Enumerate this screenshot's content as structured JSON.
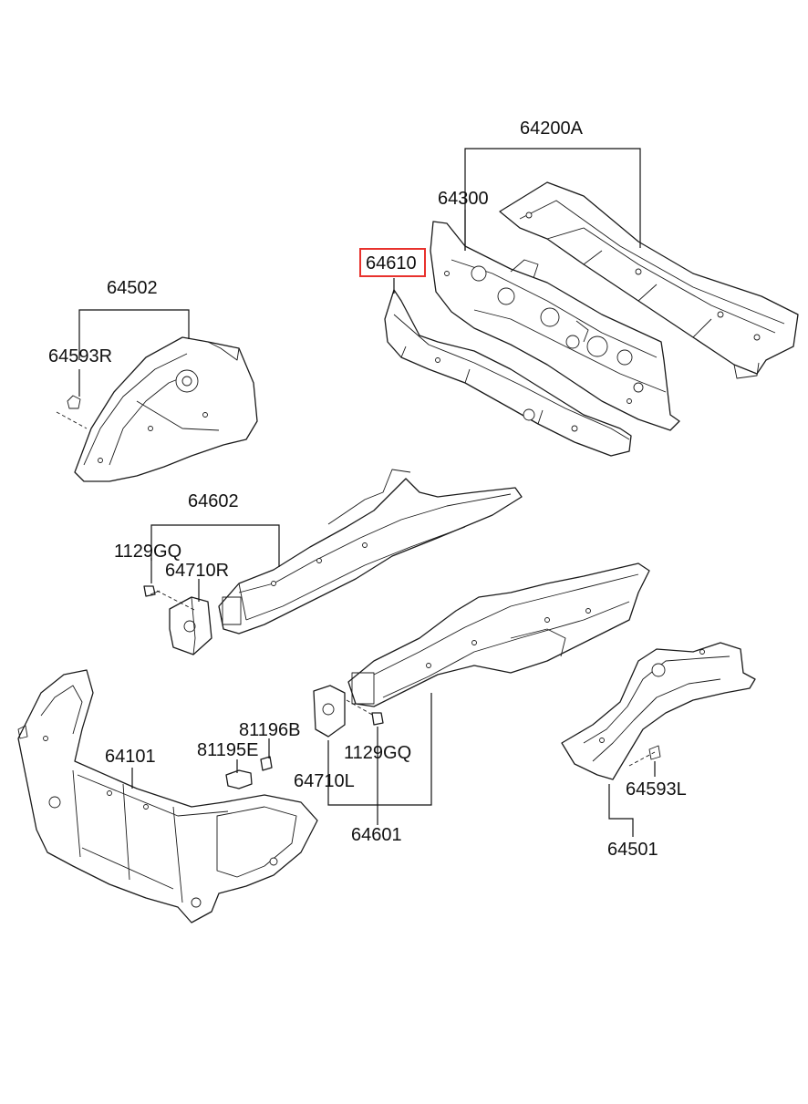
{
  "labels": {
    "p64200A": "64200A",
    "p64300": "64300",
    "p64610": "64610",
    "p64502": "64502",
    "p64593R": "64593R",
    "p64602": "64602",
    "p1129GQ_r": "1129GQ",
    "p64710R": "64710R",
    "p81196B": "81196B",
    "p81195E": "81195E",
    "p64101": "64101",
    "p1129GQ_l": "1129GQ",
    "p64710L": "64710L",
    "p64601": "64601",
    "p64593L": "64593L",
    "p64501": "64501"
  },
  "highlighted_part": "64610",
  "colors": {
    "highlight": "#e8322d",
    "line": "#111111"
  }
}
